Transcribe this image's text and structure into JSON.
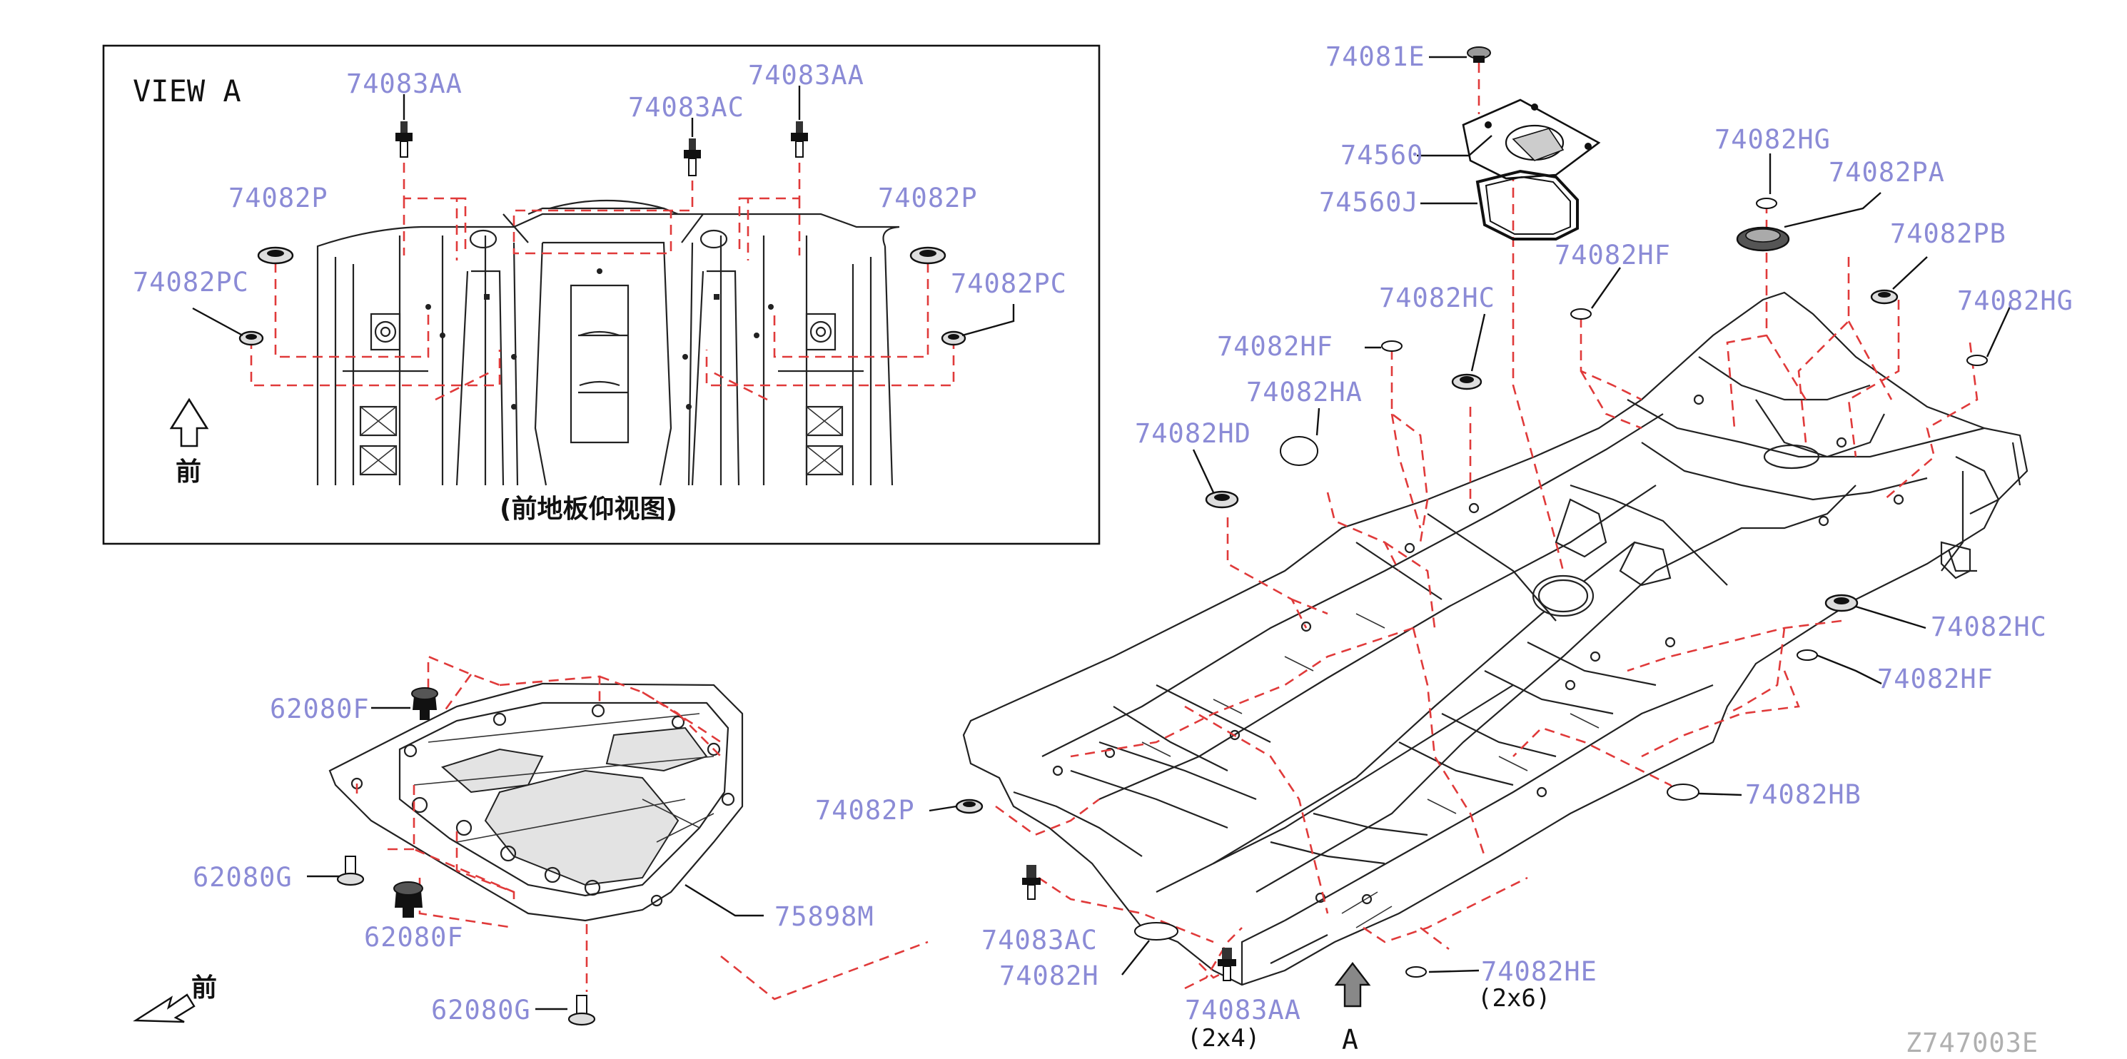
{
  "view_a": {
    "title": "VIEW A",
    "caption": "(前地板仰视图)",
    "front_label": "前",
    "labels": {
      "aa_left": "74083AA",
      "aa_right": "74083AA",
      "ac": "74083AC",
      "p_left": "74082P",
      "p_right": "74082P",
      "pc_left": "74082PC",
      "pc_right": "74082PC"
    }
  },
  "undercover": {
    "labels": {
      "f_top": "62080F",
      "g_left": "62080G",
      "f_bottom": "62080F",
      "cover": "75898M",
      "g_bottom": "62080G"
    },
    "front_label": "前"
  },
  "floor": {
    "labels": {
      "e": "74081E",
      "cap": "74560",
      "seal": "74560J",
      "hg_top": "74082HG",
      "pa": "74082PA",
      "pb": "74082PB",
      "hg_right": "74082HG",
      "hf_a": "74082HF",
      "hc_a": "74082HC",
      "hf_b": "74082HF",
      "ha": "74082HA",
      "hd": "74082HD",
      "hc_b": "74082HC",
      "hf_c": "74082HF",
      "hb": "74082HB",
      "p": "74082P",
      "ac": "74083AC",
      "h": "74082H",
      "aa": "74083AA",
      "he": "74082HE",
      "qty_aa": "(2x4)",
      "qty_he": "(2x6)",
      "view_marker": "A"
    }
  },
  "diagram_code": "Z747003E",
  "colors": {
    "part_number": "#8b8bd6",
    "dashed_leader": "#e03a3a",
    "line_art": "#222222"
  }
}
